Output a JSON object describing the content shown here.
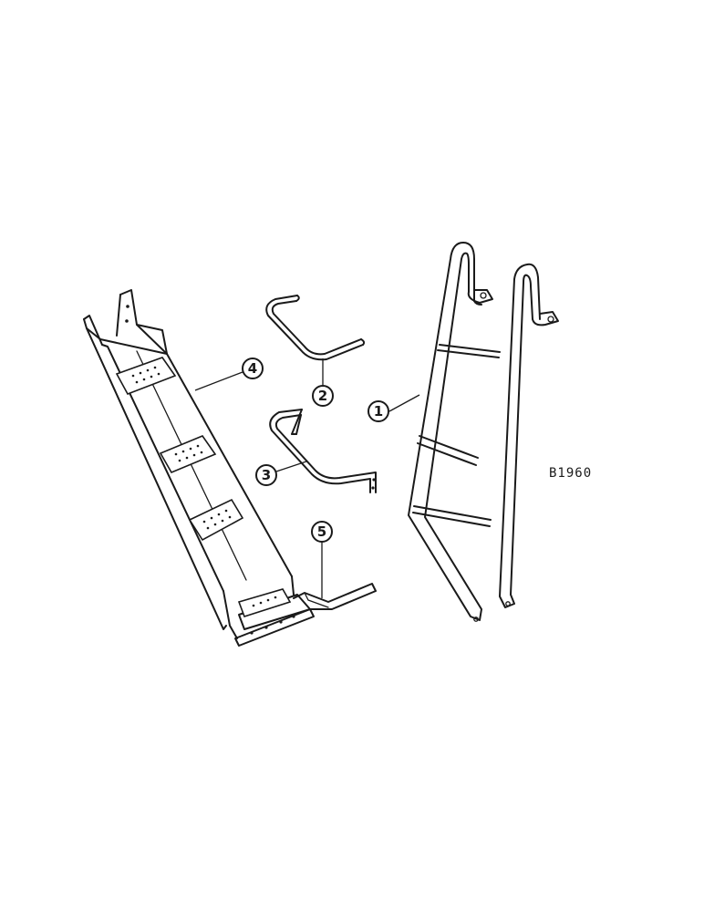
{
  "drawing_code": "B1960",
  "callouts": [
    {
      "id": "c1",
      "label": "1"
    },
    {
      "id": "c2",
      "label": "2"
    },
    {
      "id": "c3",
      "label": "3"
    },
    {
      "id": "c4",
      "label": "4"
    },
    {
      "id": "c5",
      "label": "5"
    }
  ]
}
